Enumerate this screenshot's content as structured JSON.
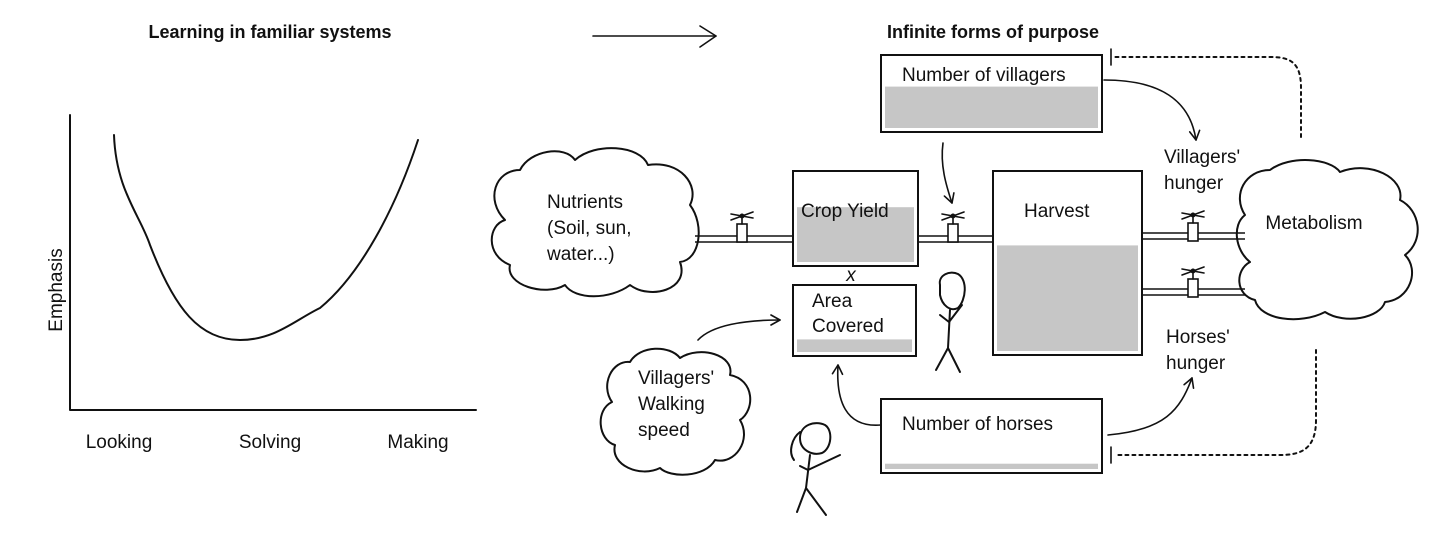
{
  "left_panel": {
    "title": "Learning in familiar systems",
    "y_axis_label": "Emphasis",
    "x_labels": [
      "Looking",
      "Solving",
      "Making"
    ]
  },
  "right_panel": {
    "title": "Infinite forms of purpose",
    "clouds": {
      "nutrients": [
        "Nutrients",
        "(Soil, sun,",
        "water...)"
      ],
      "walking_speed": [
        "Villagers'",
        "Walking",
        "speed"
      ],
      "metabolism": "Metabolism"
    },
    "stocks": {
      "crop_yield": {
        "label": "Crop Yield",
        "level": 0.63
      },
      "area_covered": {
        "label": [
          "Area",
          "Covered"
        ],
        "level": 0.2
      },
      "harvest": {
        "label": "Harvest",
        "level": 0.6
      },
      "number_of_villagers": {
        "label": "Number of villagers",
        "level": 0.6
      },
      "number_of_horses": {
        "label": "Number of horses",
        "level": 0.08
      }
    },
    "multiplier_mark": "x",
    "flow_labels": {
      "villagers_hunger": [
        "Villagers'",
        "hunger"
      ],
      "horses_hunger": [
        "Horses'",
        "hunger"
      ]
    }
  }
}
